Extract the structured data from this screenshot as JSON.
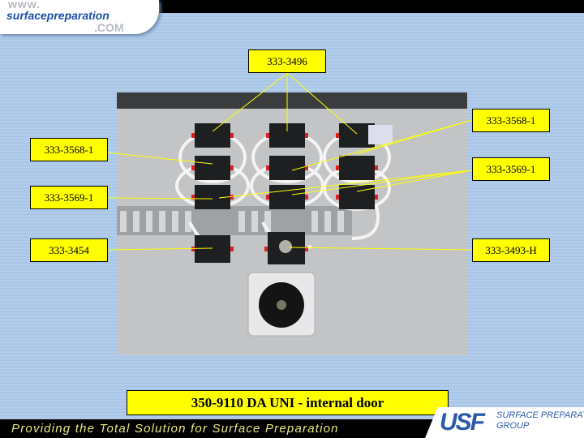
{
  "logo": {
    "www": "www.",
    "name": "surfacepreparation",
    ".com": ".COM"
  },
  "callouts": {
    "top": "333-3496",
    "right_upper": "333-3568-1",
    "left_upper": "333-3568-1",
    "right_middle": "333-3569-1",
    "left_middle": "333-3569-1",
    "left_lower": "333-3454",
    "right_lower": "333-3493-H"
  },
  "title": "350-9110 DA UNI - internal door",
  "footer": {
    "slogan": "Providing the Total Solution for Surface Preparation",
    "brand_mark": "USF",
    "brand_name_1": "SURFACE PREPARATION",
    "brand_name_2": "GROUP"
  },
  "colors": {
    "callout": "#ffff00",
    "line": "#ffff00"
  }
}
